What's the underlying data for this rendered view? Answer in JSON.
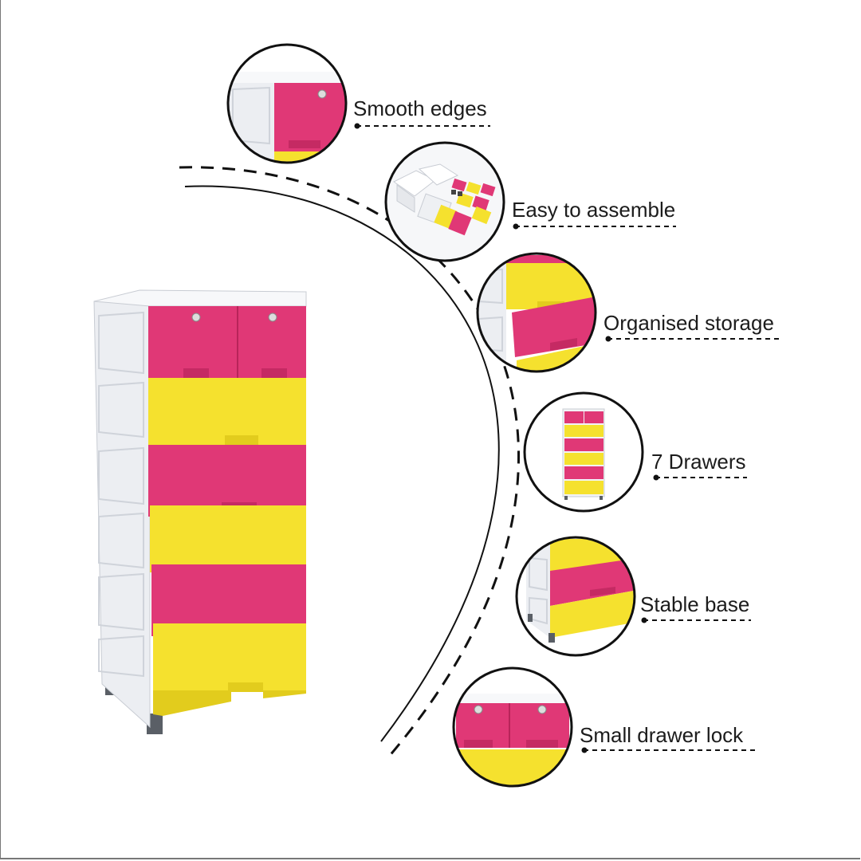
{
  "colors": {
    "pink": "#e03876",
    "pink_dark": "#c52a63",
    "yellow": "#f5e12e",
    "yellow_dark": "#e2cc1d",
    "white_body": "#f2f3f6",
    "leg": "#5a5f66"
  },
  "features": [
    {
      "label": "Smooth edges",
      "icon": "smooth-edges-detail"
    },
    {
      "label": "Easy to assemble",
      "icon": "assembly-parts"
    },
    {
      "label": "Organised storage",
      "icon": "drawer-stack-detail"
    },
    {
      "label": "7 Drawers",
      "icon": "full-cabinet-thumbnail"
    },
    {
      "label": "Stable base",
      "icon": "base-legs-detail"
    },
    {
      "label": "Small drawer lock",
      "icon": "drawer-lock-detail"
    }
  ]
}
